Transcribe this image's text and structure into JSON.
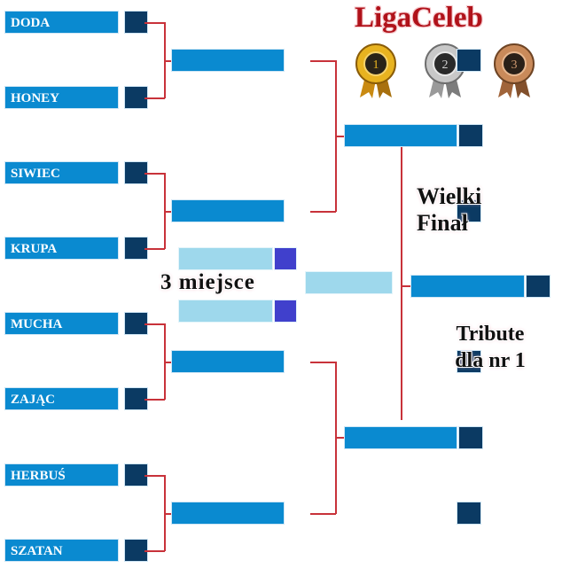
{
  "brand": "LigaCeleb",
  "medals": [
    {
      "icon": "gold-medal-icon",
      "label": "1"
    },
    {
      "icon": "silver-medal-icon",
      "label": "2"
    },
    {
      "icon": "bronze-medal-icon",
      "label": "3"
    }
  ],
  "round1": [
    "DODA",
    "HONEY",
    "SIWIEC",
    "KRUPA",
    "MUCHA",
    "ZAJĄC",
    "HERBUŚ",
    "SZATAN"
  ],
  "labels": {
    "final": "Wielki Finał",
    "final_line1": "Wielki",
    "final_line2": "Finał",
    "third_place": "3 miejsce",
    "tribute_line1": "Tribute",
    "tribute_line2": "dla nr 1"
  },
  "colors": {
    "slot": "#0a8ad0",
    "score": "#0b3a63",
    "third_place_slot": "#9ed8ec",
    "third_place_score": "#4040cc",
    "connector": "#c8323a",
    "brand": "#b0121a"
  }
}
